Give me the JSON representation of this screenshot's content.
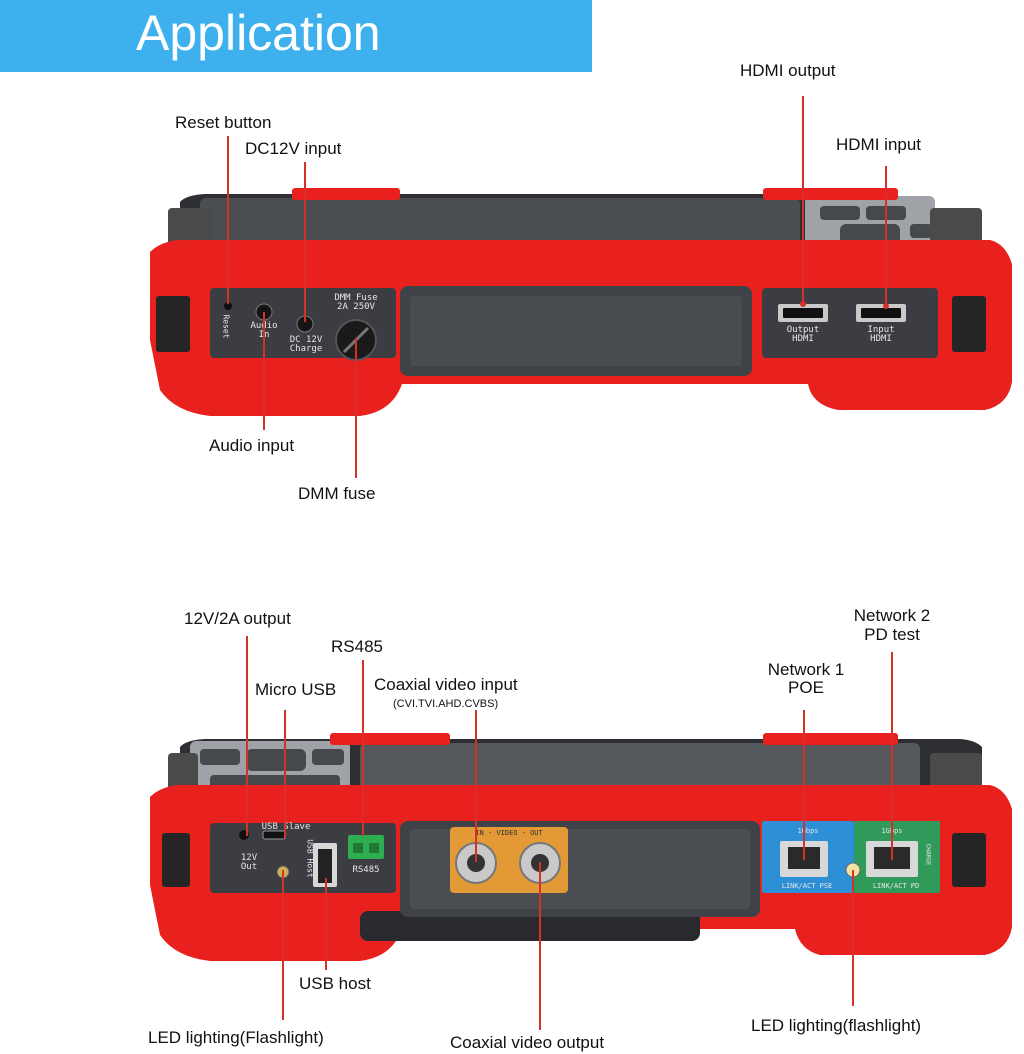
{
  "banner": {
    "title": "Application"
  },
  "top_device": {
    "labels": {
      "reset": "Reset button",
      "dc12v": "DC12V input",
      "audio": "Audio input",
      "dmm": "DMM fuse",
      "hdmi_out": "HDMI output",
      "hdmi_in": "HDMI input"
    },
    "printed": {
      "reset": "Reset",
      "audio_in": "Audio\nIn",
      "dc_charge": "DC 12V\nCharge",
      "dmm_fuse": "DMM Fuse\n2A 250V",
      "output_hdmi": "Output\nHDMI",
      "input_hdmi": "Input\nHDMI"
    }
  },
  "bottom_device": {
    "labels": {
      "out12v": "12V/2A output",
      "micro_usb": "Micro USB",
      "rs485": "RS485",
      "coax_in": "Coaxial video input",
      "coax_in_sub": "(CVI.TVI.AHD.CVBS)",
      "net1_line1": "Network 1",
      "net1_line2": "POE",
      "net2_line1": "Network 2",
      "net2_line2": "PD test",
      "usb_host": "USB host",
      "led_left": "LED lighting(Flashlight)",
      "coax_out": "Coaxial video output",
      "led_right": "LED lighting(flashlight)"
    },
    "printed": {
      "usb_slave": "USB Slave",
      "v12_out": "12V\nOut",
      "usb_host": "USB Host",
      "rs485": "RS485",
      "video": "IN - VIDEO - OUT",
      "gbps1": "1Gbps",
      "gbps2": "1Gbps",
      "link1": "LINK/ACT   PSE",
      "link2": "LINK/ACT   PD",
      "charge": "CHARGE"
    }
  },
  "colors": {
    "banner": "#3fb0ee",
    "device_red": "#e8211f",
    "panel": "#3b3d42",
    "leader_line": "#d5302c"
  }
}
